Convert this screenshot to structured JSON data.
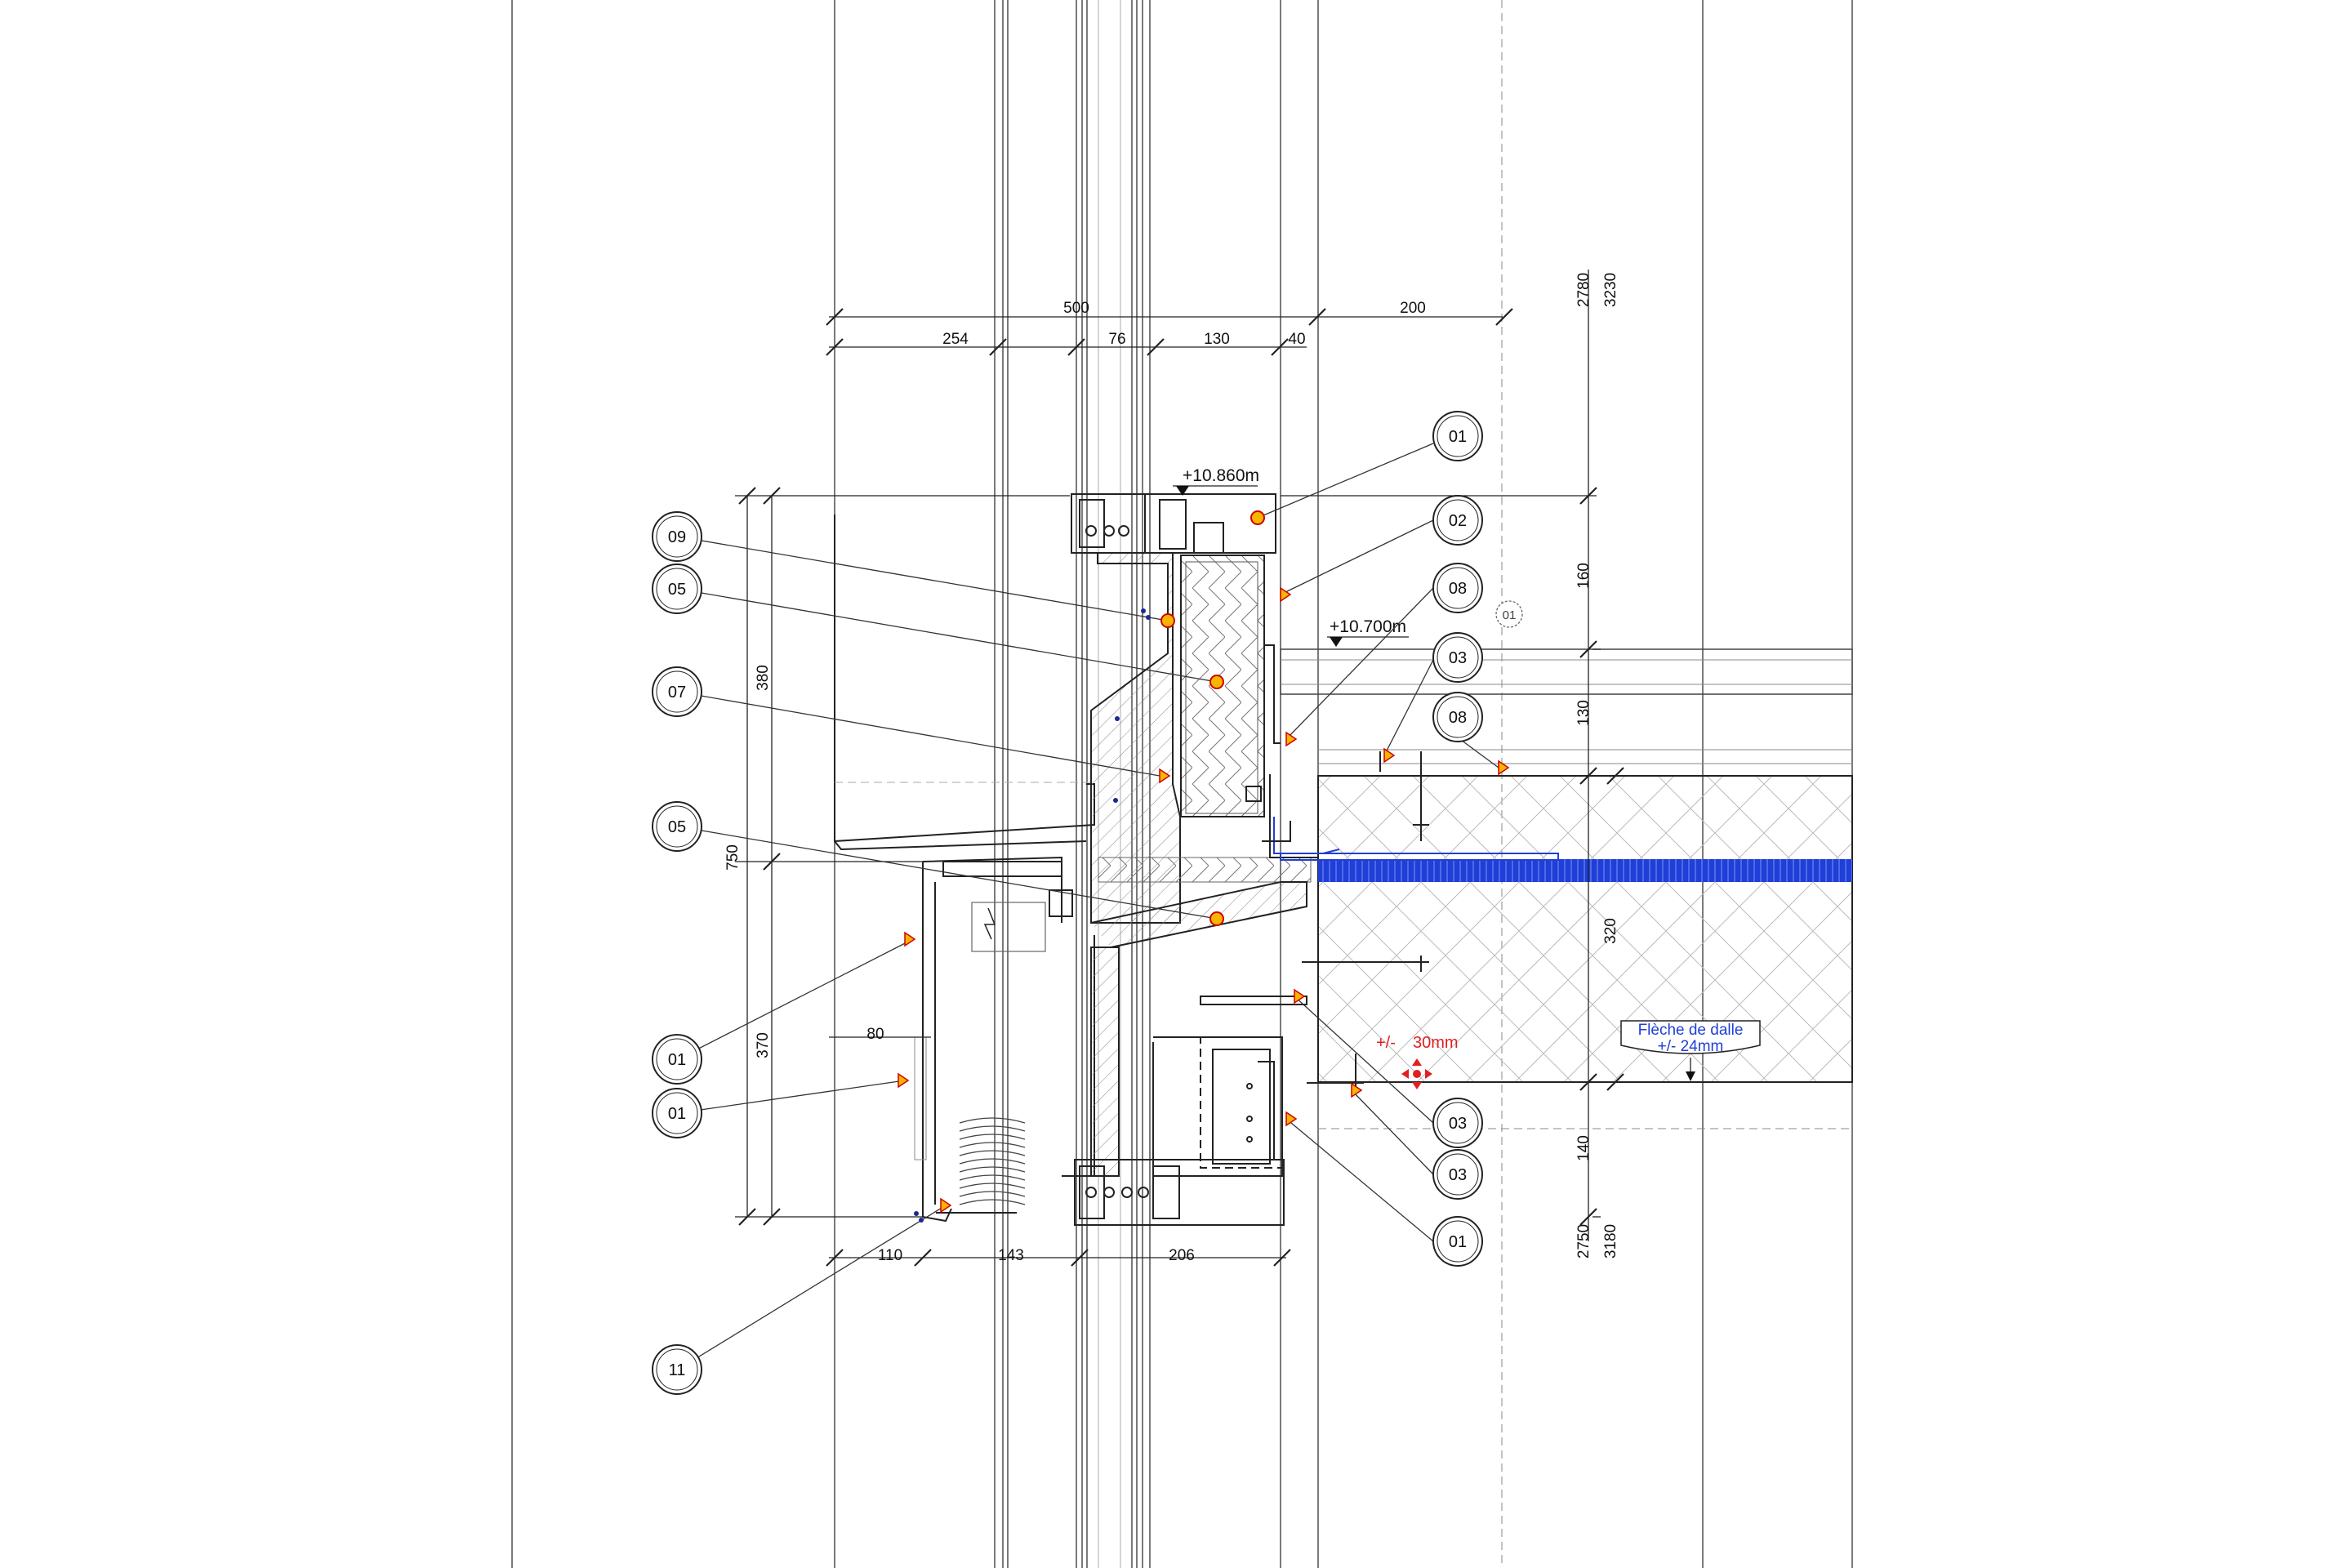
{
  "dimensions": {
    "top_overall": "500",
    "top_segments": [
      "254",
      "76",
      "130",
      "40",
      "200"
    ],
    "bottom_segments": [
      "110",
      "143",
      "206"
    ],
    "inner_width": "80",
    "left_overall": "750",
    "left_upper": "380",
    "left_lower": "370",
    "right_top_a": "2780",
    "right_top_b": "3230",
    "right_segments": [
      "160",
      "130",
      "320",
      "140"
    ],
    "right_bottom_a": "2750",
    "right_bottom_b": "3180"
  },
  "levels": {
    "upper": "+10.860m",
    "slab": "+10.700m"
  },
  "tolerance": {
    "prefix": "+/-",
    "value": "30mm"
  },
  "deflection": {
    "line1": "Flèche de dalle",
    "line2": "+/- 24mm"
  },
  "tags": {
    "right": [
      "01",
      "02",
      "08",
      "03",
      "08",
      "03",
      "03",
      "01"
    ],
    "left": [
      "09",
      "05",
      "07",
      "05",
      "01",
      "01",
      "11"
    ],
    "small": "01"
  },
  "colors": {
    "line": "#222222",
    "thin": "#555555",
    "insulation": "#1f3fd6",
    "marker_fill": "#f7b500",
    "marker_stroke": "#d10000",
    "tolerance_text": "#e02020",
    "deflection_text": "#1f3fd6"
  }
}
